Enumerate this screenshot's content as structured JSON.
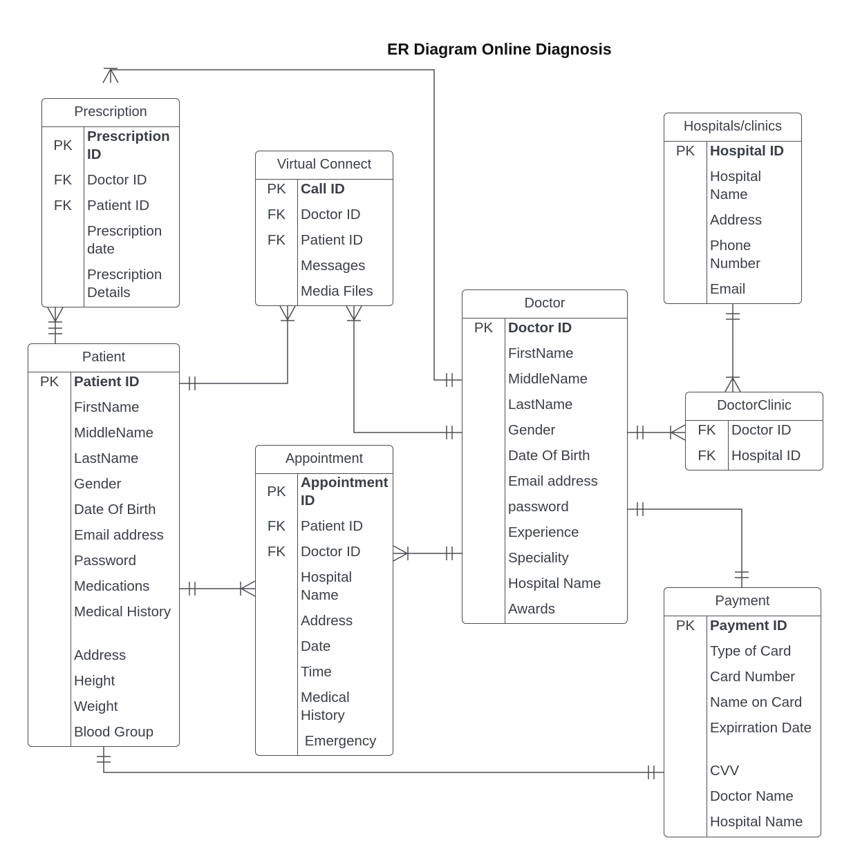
{
  "title": "ER Diagram Online Diagnosis",
  "colors": {
    "line": "#4a4d52",
    "text": "#3a3f47",
    "title": "#111111",
    "background": "#ffffff"
  },
  "entities": [
    {
      "name": "Prescription",
      "attributes": [
        {
          "key": "PK",
          "name": "Prescription ID"
        },
        {
          "key": "FK",
          "name": "Doctor ID"
        },
        {
          "key": "FK",
          "name": "Patient ID"
        },
        {
          "key": "",
          "name": "Prescription date"
        },
        {
          "key": "",
          "name": "Prescription Details"
        }
      ]
    },
    {
      "name": "Virtual Connect",
      "attributes": [
        {
          "key": "PK",
          "name": "Call ID"
        },
        {
          "key": "FK",
          "name": "Doctor ID"
        },
        {
          "key": "FK",
          "name": "Patient ID"
        },
        {
          "key": "",
          "name": "Messages"
        },
        {
          "key": "",
          "name": "Media Files"
        }
      ]
    },
    {
      "name": "Hospitals/clinics",
      "attributes": [
        {
          "key": "PK",
          "name": "Hospital ID"
        },
        {
          "key": "",
          "name": "Hospital Name"
        },
        {
          "key": "",
          "name": "Address"
        },
        {
          "key": "",
          "name": "Phone Number"
        },
        {
          "key": "",
          "name": "Email"
        }
      ]
    },
    {
      "name": "Doctor",
      "attributes": [
        {
          "key": "PK",
          "name": "Doctor ID"
        },
        {
          "key": "",
          "name": "FirstName"
        },
        {
          "key": "",
          "name": "MiddleName"
        },
        {
          "key": "",
          "name": "LastName"
        },
        {
          "key": "",
          "name": "Gender"
        },
        {
          "key": "",
          "name": "Date Of Birth"
        },
        {
          "key": "",
          "name": "Email address"
        },
        {
          "key": "",
          "name": "password"
        },
        {
          "key": "",
          "name": "Experience"
        },
        {
          "key": "",
          "name": "Speciality"
        },
        {
          "key": "",
          "name": "Hospital Name"
        },
        {
          "key": "",
          "name": "Awards"
        }
      ]
    },
    {
      "name": "DoctorClinic",
      "attributes": [
        {
          "key": "FK",
          "name": "Doctor ID"
        },
        {
          "key": "FK",
          "name": "Hospital ID"
        }
      ]
    },
    {
      "name": "Patient",
      "attributes": [
        {
          "key": "PK",
          "name": "Patient ID"
        },
        {
          "key": "",
          "name": "FirstName"
        },
        {
          "key": "",
          "name": "MiddleName"
        },
        {
          "key": "",
          "name": "LastName"
        },
        {
          "key": "",
          "name": "Gender"
        },
        {
          "key": "",
          "name": "Date Of Birth"
        },
        {
          "key": "",
          "name": "Email address"
        },
        {
          "key": "",
          "name": "Password"
        },
        {
          "key": "",
          "name": "Medications"
        },
        {
          "key": "",
          "name": "Medical History"
        },
        {
          "key": "",
          "name": "Address"
        },
        {
          "key": "",
          "name": "Height"
        },
        {
          "key": "",
          "name": "Weight"
        },
        {
          "key": "",
          "name": "Blood Group"
        }
      ]
    },
    {
      "name": "Appointment",
      "attributes": [
        {
          "key": "PK",
          "name": "Appointment ID"
        },
        {
          "key": "FK",
          "name": "Patient ID"
        },
        {
          "key": "FK",
          "name": "Doctor ID"
        },
        {
          "key": "",
          "name": "Hospital Name"
        },
        {
          "key": "",
          "name": "Address"
        },
        {
          "key": "",
          "name": "Date"
        },
        {
          "key": "",
          "name": "Time"
        },
        {
          "key": "",
          "name": "Medical History"
        },
        {
          "key": "",
          "name": " Emergency"
        }
      ]
    },
    {
      "name": "Payment",
      "attributes": [
        {
          "key": "PK",
          "name": "Payment ID"
        },
        {
          "key": "",
          "name": "Type of Card"
        },
        {
          "key": "",
          "name": "Card Number"
        },
        {
          "key": "",
          "name": "Name on Card"
        },
        {
          "key": "",
          "name": "Expirration Date"
        },
        {
          "key": "",
          "name": "CVV"
        },
        {
          "key": "",
          "name": "Doctor Name"
        },
        {
          "key": "",
          "name": "Hospital Name"
        }
      ]
    }
  ],
  "relationships": [
    {
      "from": "Prescription",
      "to": "Doctor",
      "from_end": "many",
      "to_end": "one-and-only-one"
    },
    {
      "from": "Prescription",
      "to": "Patient",
      "from_end": "many",
      "to_end": "one-and-only-one"
    },
    {
      "from": "Virtual Connect",
      "to": "Patient",
      "from_end": "many",
      "to_end": "one-and-only-one"
    },
    {
      "from": "Virtual Connect",
      "to": "Doctor",
      "from_end": "many",
      "to_end": "one-and-only-one"
    },
    {
      "from": "Hospitals/clinics",
      "to": "DoctorClinic",
      "from_end": "one-and-only-one",
      "to_end": "many"
    },
    {
      "from": "Doctor",
      "to": "DoctorClinic",
      "from_end": "one-and-only-one",
      "to_end": "many"
    },
    {
      "from": "Doctor",
      "to": "Payment",
      "from_end": "one-and-only-one",
      "to_end": "one-and-only-one"
    },
    {
      "from": "Appointment",
      "to": "Doctor",
      "from_end": "many",
      "to_end": "one-and-only-one"
    },
    {
      "from": "Patient",
      "to": "Appointment",
      "from_end": "one-and-only-one",
      "to_end": "many"
    },
    {
      "from": "Patient",
      "to": "Payment",
      "from_end": "one-and-only-one",
      "to_end": "one-and-only-one"
    }
  ]
}
